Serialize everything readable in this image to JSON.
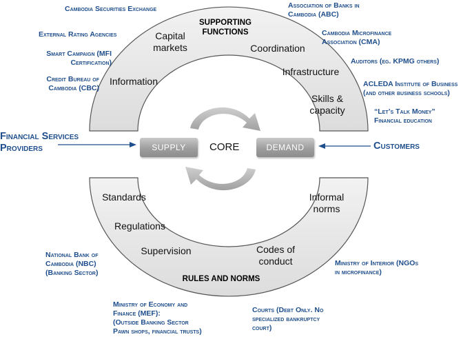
{
  "top_arc": {
    "title_lines": [
      "SUPPORTING",
      "FUNCTIONS"
    ],
    "items": {
      "capital_markets": [
        "Capital",
        "markets"
      ],
      "coordination": [
        "Coordination"
      ],
      "information": [
        "Information"
      ],
      "infrastructure": [
        "Infrastructure"
      ],
      "skills_capacity": [
        "Skills &",
        "capacity"
      ]
    }
  },
  "bottom_arc": {
    "title": "RULES AND NORMS",
    "items": {
      "standards": [
        "Standards"
      ],
      "regulations": [
        "Regulations"
      ],
      "supervision": [
        "Supervision"
      ],
      "informal_norms": [
        "Informal",
        "norms"
      ],
      "codes_of_conduct": [
        "Codes of",
        "conduct"
      ]
    }
  },
  "core": {
    "supply": "SUPPLY",
    "core_label": "CORE",
    "demand": "DEMAND"
  },
  "left_actor": [
    "Financial Services",
    "Providers"
  ],
  "right_actor": [
    "Customers"
  ],
  "annotations": {
    "securities_exchange": [
      "Cambodia Securities Exchange"
    ],
    "rating_agencies": [
      "External Rating Agencies"
    ],
    "smart_campaign": [
      "Smart Campaign (MFI",
      "Certification)"
    ],
    "credit_bureau": [
      "Credit Bureau of",
      "Cambodia (CBC)"
    ],
    "abc": [
      "Association of Banks in",
      "Cambodia (ABC)"
    ],
    "cma": [
      "Cambodia Microfinance",
      "Association (CMA)"
    ],
    "auditors": [
      "Auditors (eg. KPMG others)"
    ],
    "acleda": [
      "ACLEDA Institute of Business",
      "(and other business schools)"
    ],
    "lets_talk_money": [
      "“Let’s Talk Money”",
      "Financial education"
    ],
    "nbc": [
      "National Bank of",
      "Cambodia (NBC)",
      "(Banking Sector)"
    ],
    "mef": [
      "Ministry of Economy and",
      "Finance (MEF):",
      "(Outside Banking Sector",
      "Pawn shops, financial trusts)"
    ],
    "courts": [
      "Courts (Debt Only. No",
      "specialized bankruptcy",
      "court)"
    ],
    "ministry_interior": [
      "Ministry of Interior (NGOs",
      "in microfinance)"
    ]
  },
  "colors": {
    "annotation_blue": "#1f4e8c",
    "arc_fill": "#e6e6e6",
    "arc_stroke": "#555555",
    "cycle_arrow": "#b3b3b3"
  }
}
